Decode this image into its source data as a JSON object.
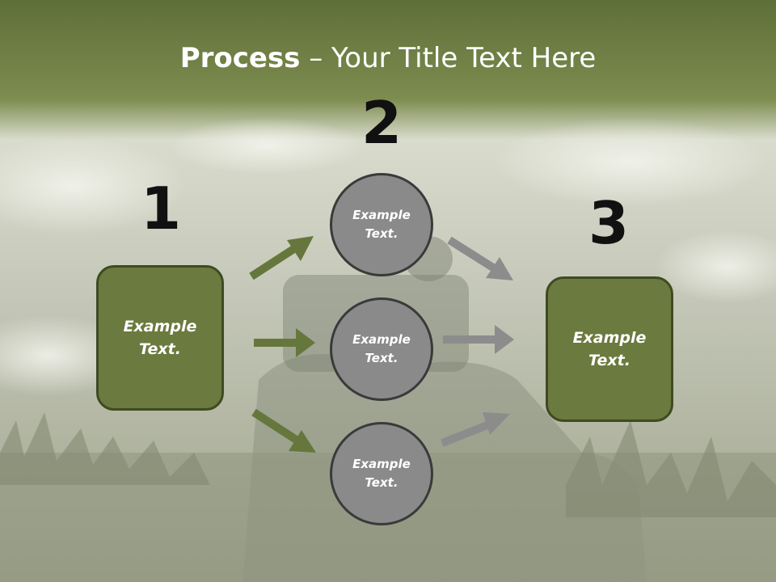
{
  "slide": {
    "title_bold": "Process",
    "title_rest": " – Your Title Text Here"
  },
  "steps": {
    "n1": "1",
    "n2": "2",
    "n3": "3"
  },
  "left_box": {
    "text": "Example\nText."
  },
  "right_box": {
    "text": "Example\nText."
  },
  "circles": [
    {
      "text": "Example\nText."
    },
    {
      "text": "Example\nText."
    },
    {
      "text": "Example\nText."
    }
  ],
  "colors": {
    "header": "#66773d",
    "box_fill": "#6b7a3e",
    "box_border": "#3f4a23",
    "circle_fill": "#8a8a8a",
    "arrow_green": "#66773d",
    "arrow_gray": "#8c8c8c"
  }
}
